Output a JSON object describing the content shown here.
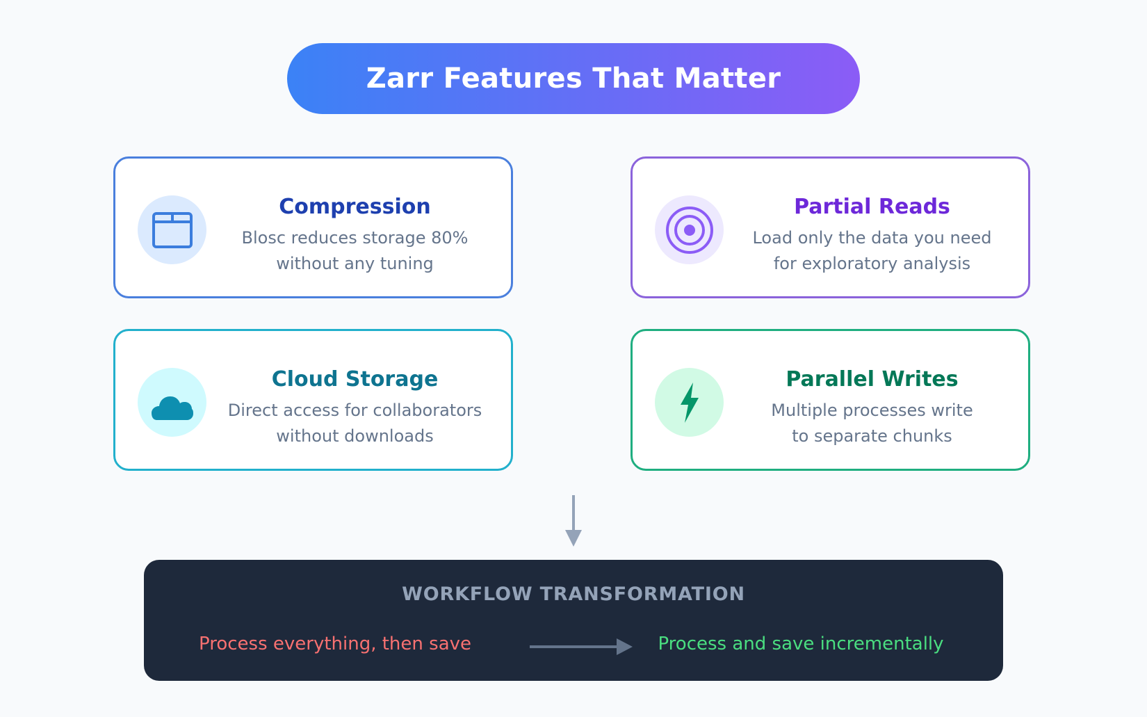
{
  "title": "Zarr Features That Matter",
  "colors": {
    "background": "#f8fafc",
    "title_gradient_start": "#3b82f6",
    "title_gradient_end": "#8b5cf6",
    "workflow_bg": "#1e293b",
    "workflow_before": "#f87171",
    "workflow_after": "#4ade80",
    "arrow": "#94a3b8"
  },
  "features": [
    {
      "title": "Compression",
      "desc_line1": "Blosc reduces storage 80%",
      "desc_line2": "without any tuning",
      "icon": "window-icon",
      "accent": "#1e40af",
      "border": "#4a7fdd",
      "icon_bg": "#dbeafe"
    },
    {
      "title": "Partial Reads",
      "desc_line1": "Load only the data you need",
      "desc_line2": "for exploratory analysis",
      "icon": "target-icon",
      "accent": "#6d28d9",
      "border": "#8b63db",
      "icon_bg": "#ede9fe"
    },
    {
      "title": "Cloud Storage",
      "desc_line1": "Direct access for collaborators",
      "desc_line2": "without downloads",
      "icon": "cloud-icon",
      "accent": "#0e7490",
      "border": "#22b0cc",
      "icon_bg": "#cffafe"
    },
    {
      "title": "Parallel Writes",
      "desc_line1": "Multiple processes write",
      "desc_line2": "to separate chunks",
      "icon": "lightning-icon",
      "accent": "#047857",
      "border": "#1fae80",
      "icon_bg": "#d1fae5"
    }
  ],
  "workflow": {
    "title": "WORKFLOW TRANSFORMATION",
    "before": "Process everything, then save",
    "after": "Process and save incrementally"
  }
}
